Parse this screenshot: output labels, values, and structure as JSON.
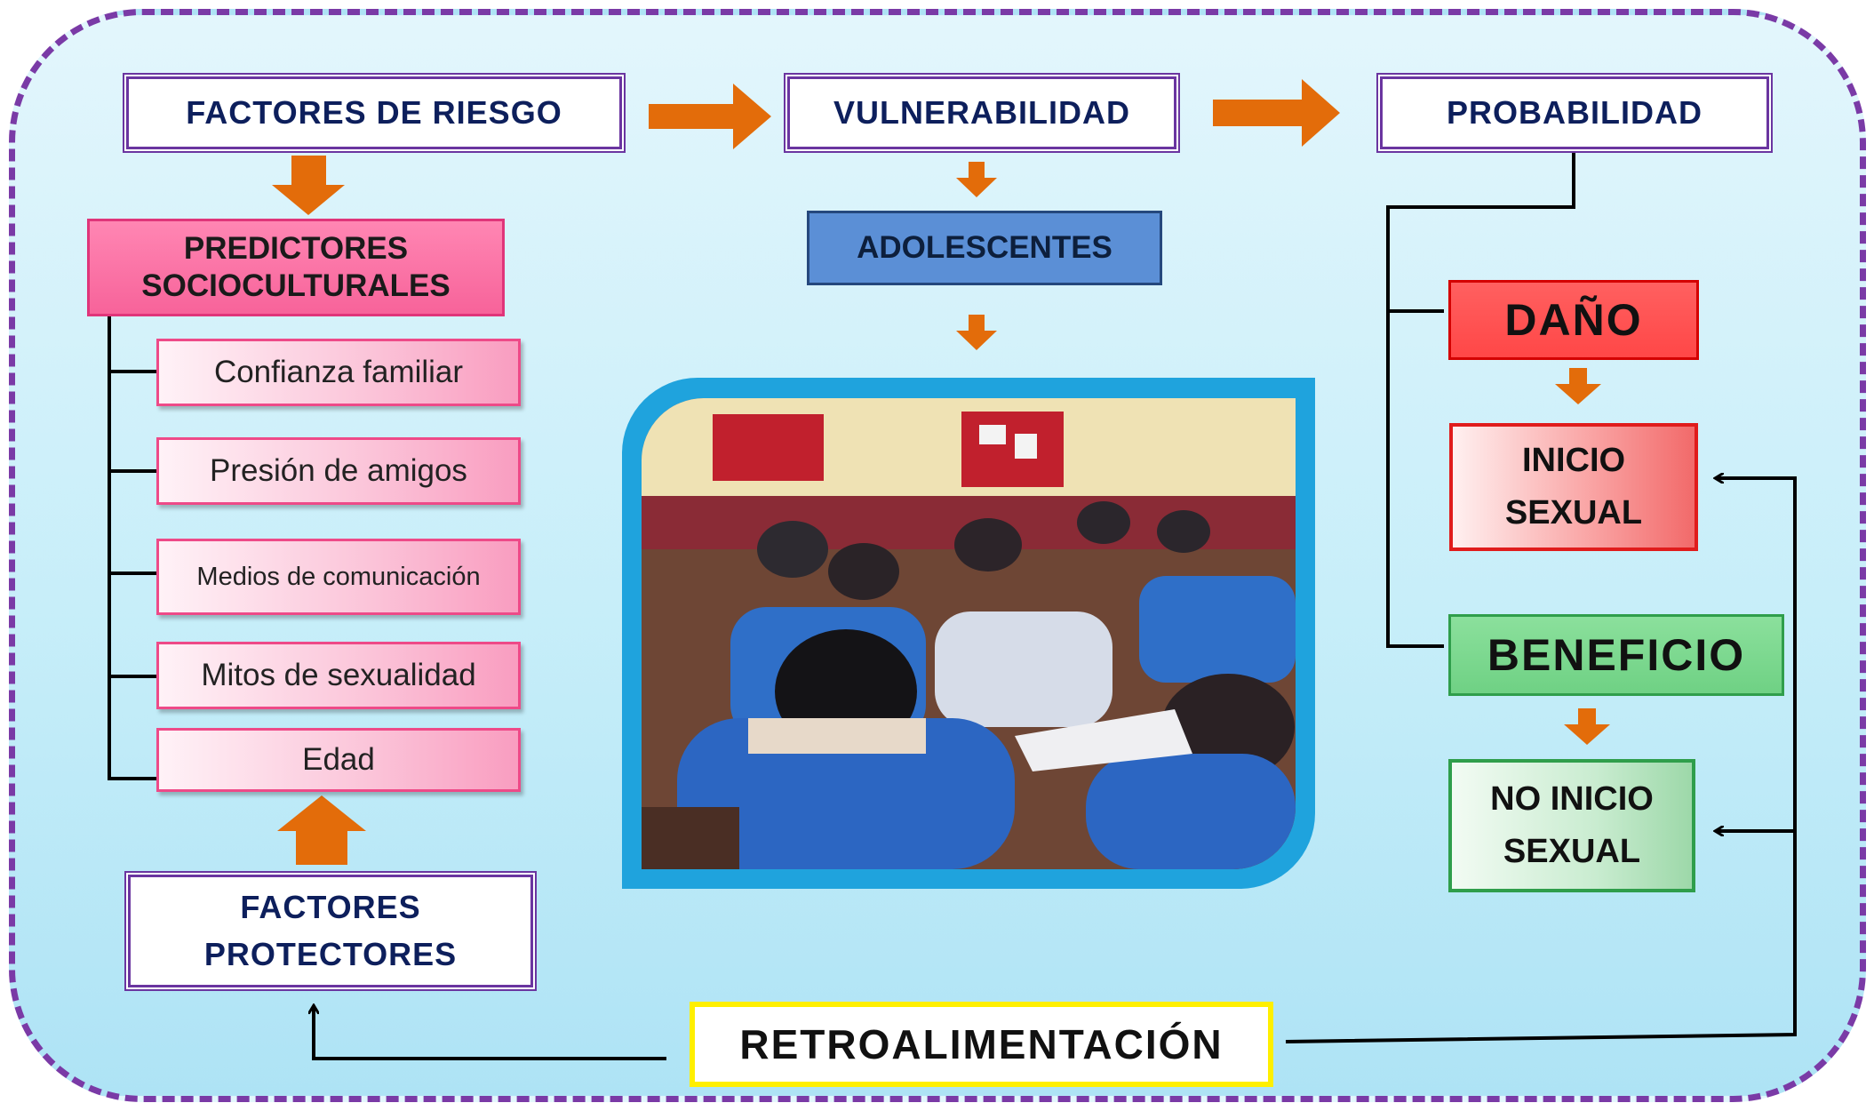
{
  "headers": {
    "risk": "FACTORES DE RIESGO",
    "vuln": "VULNERABILIDAD",
    "prob": "PROBABILIDAD"
  },
  "predictors": {
    "title_line1": "PREDICTORES",
    "title_line2": "SOCIOCULTURALES",
    "items": [
      "Confianza familiar",
      "Presión de amigos",
      "Medios de comunicación",
      "Mitos de sexualidad",
      "Edad"
    ]
  },
  "adolescents": "ADOLESCENTES",
  "protective": {
    "line1": "FACTORES",
    "line2": "PROTECTORES"
  },
  "outcomes": {
    "harm": "DAÑO",
    "harm_result": {
      "line1": "INICIO",
      "line2": "SEXUAL"
    },
    "benefit": "BENEFICIO",
    "benefit_result": {
      "line1": "NO INICIO",
      "line2": "SEXUAL"
    }
  },
  "feedback": "RETROALIMENTACIÓN",
  "colors": {
    "frame_border": "#7a3aa6",
    "frame_fill": "#c7eef9",
    "arrow": "#e36c0a",
    "header_text": "#0d1f5c",
    "predictor_fill": "#f7639a",
    "harm": "#ff4747",
    "benefit": "#6fd184",
    "feedback_border": "#ffef00",
    "photo_frame": "#1fa3dd"
  },
  "photo": {
    "subject": "students-writing-at-desks-in-classroom"
  }
}
